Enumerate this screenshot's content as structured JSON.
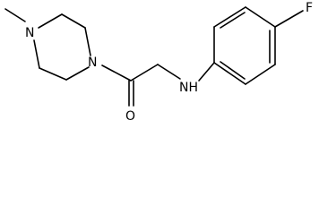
{
  "molecule": {
    "atoms": {
      "methyl_n": "N",
      "amide_n": "N",
      "carbonyl_o": "O",
      "amine_nh": "NH",
      "fluorine": "F"
    },
    "colors": {
      "bond": "#000000",
      "label": "#000000",
      "background": "#ffffff"
    }
  }
}
